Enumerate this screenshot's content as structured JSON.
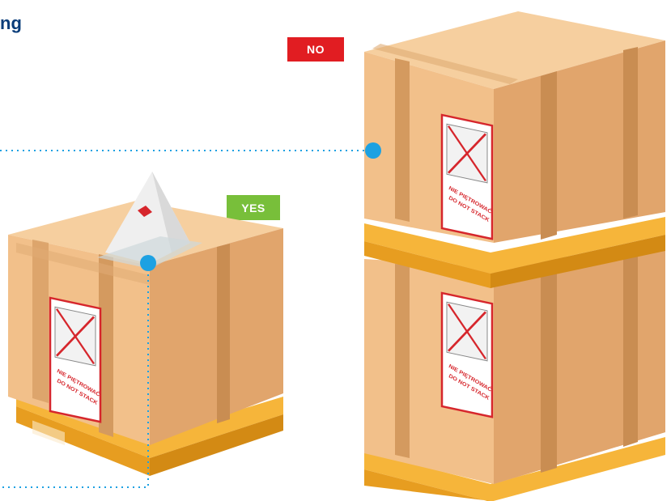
{
  "heading": "ng",
  "badges": {
    "no": "NO",
    "yes": "YES"
  },
  "stack_label": {
    "line1": "NIE PIĘTROWAĆ",
    "line2": "DO NOT STACK"
  },
  "colors": {
    "heading": "#0a3d7a",
    "no_badge": "#e11d22",
    "yes_badge": "#78bf3a",
    "marker": "#1da1e2",
    "leader_line": "#1da1e2",
    "box_top": "#f6cf9f",
    "box_left": "#f2c08a",
    "box_right": "#e1a56c",
    "tape": "#d49a5f",
    "pallet": "#f6b53a"
  },
  "icons": [
    "marker-dot",
    "leader-line",
    "no-stack-cone",
    "no-stack-label",
    "pallet"
  ]
}
